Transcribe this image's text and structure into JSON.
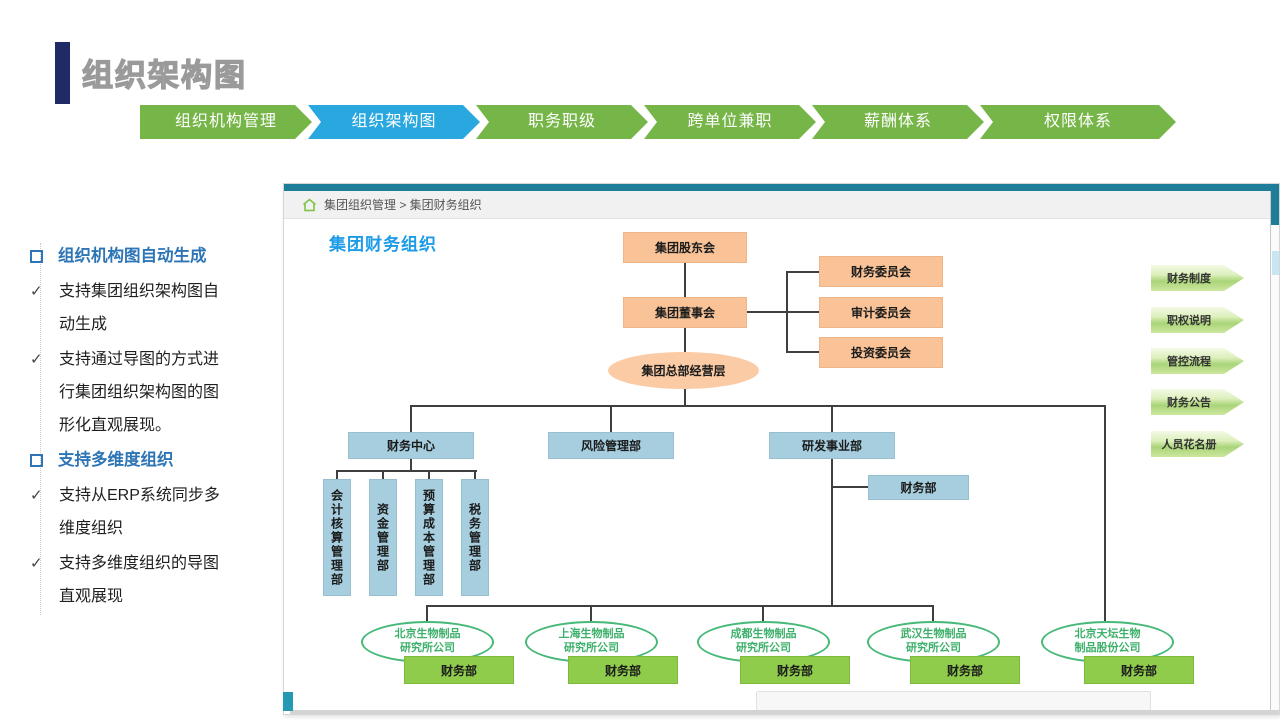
{
  "slide": {
    "title": "组织架构图"
  },
  "nav": {
    "tabs": [
      {
        "label": "组织机构管理",
        "active": false
      },
      {
        "label": "组织架构图",
        "active": true
      },
      {
        "label": "职务职级",
        "active": false
      },
      {
        "label": "跨单位兼职",
        "active": false
      },
      {
        "label": "薪酬体系",
        "active": false
      },
      {
        "label": "权限体系",
        "active": false
      }
    ]
  },
  "sidebar": {
    "check_glyph": "✓",
    "sections": [
      {
        "title": "组织机构图自动生成",
        "items": [
          "支持集团组织架构图自动生成",
          "支持通过导图的方式进行集团组织架构图的图形化直观展现。"
        ]
      },
      {
        "title": "支持多维度组织",
        "items": [
          "支持从ERP系统同步多维度组织",
          "支持多维度组织的导图直观展现"
        ]
      }
    ]
  },
  "app": {
    "breadcrumb": "集团组织管理 > 集团财务组织",
    "title": "集团财务组织",
    "quick_links": [
      "财务制度",
      "职权说明",
      "管控流程",
      "财务公告",
      "人员花名册"
    ],
    "org": {
      "root": "集团股东会",
      "board": "集团董事会",
      "committees": [
        "财务委员会",
        "审计委员会",
        "投资委员会"
      ],
      "executive": "集团总部经营层",
      "departments": [
        "财务中心",
        "风险管理部",
        "研发事业部"
      ],
      "finance_center_depts": [
        "会计核算管理部",
        "资金管理部",
        "预算成本管理部",
        "税务管理部"
      ],
      "rd_finance_dept": "财务部",
      "subsidiaries": [
        {
          "line1": "北京生物制品",
          "line2": "研究所公司",
          "dept": "财务部"
        },
        {
          "line1": "上海生物制品",
          "line2": "研究所公司",
          "dept": "财务部"
        },
        {
          "line1": "成都生物制品",
          "line2": "研究所公司",
          "dept": "财务部"
        },
        {
          "line1": "武汉生物制品",
          "line2": "研究所公司",
          "dept": "财务部"
        },
        {
          "line1": "北京天坛生物",
          "line2": "制品股份公司",
          "dept": "财务部"
        }
      ]
    },
    "colors": {
      "nav_green": "#76B547",
      "nav_blue": "#29A8E0",
      "accent_navy": "#1F2A66",
      "box_orange": "#FAC397",
      "box_blue": "#A6CEDE",
      "box_green": "#8FCC4C",
      "oval_green_border": "#46B878",
      "app_title_blue": "#1C9BE8",
      "topbar_teal": "#1E7E9A"
    }
  }
}
